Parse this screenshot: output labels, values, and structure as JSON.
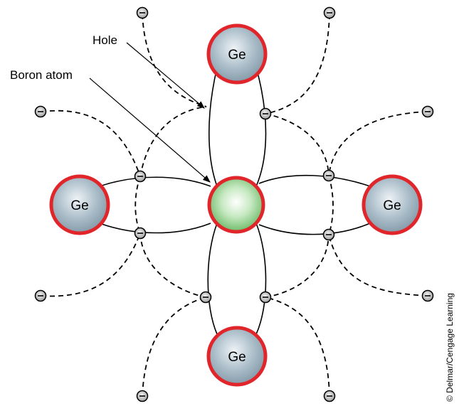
{
  "labels": {
    "hole": "Hole",
    "boron": "Boron atom",
    "credit": "© Delmar/Cengage Learning"
  },
  "atoms": {
    "top": "Ge",
    "left": "Ge",
    "right": "Ge",
    "bottom": "Ge"
  },
  "colors": {
    "ge_ring": "#e0262b",
    "ge_fill": "#a9bcc8",
    "boron_fill": "#8fd08a",
    "electron_fill": "#b8b8b8"
  }
}
